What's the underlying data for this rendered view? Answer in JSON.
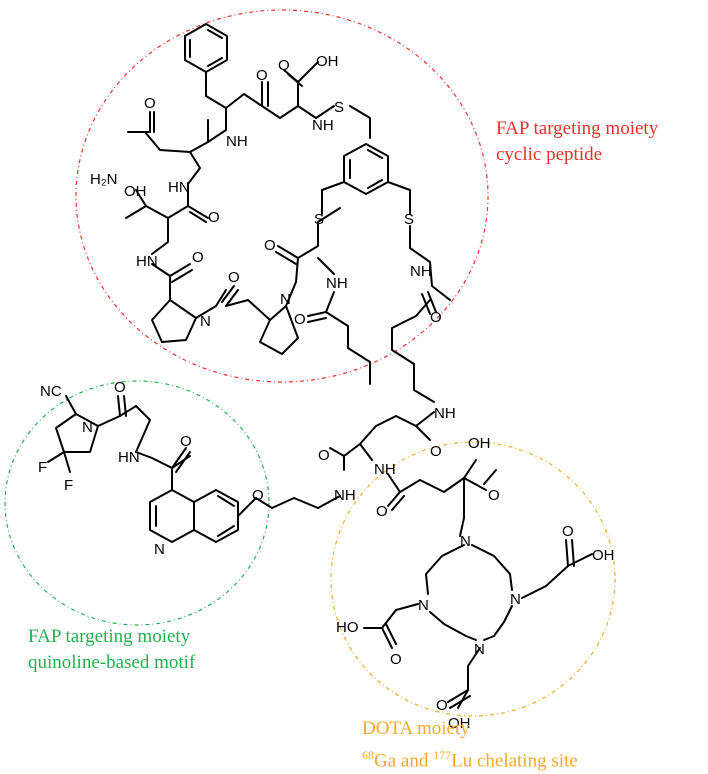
{
  "regions": {
    "peptide": {
      "line1": "FAP targeting moiety",
      "line2": "cyclic peptide",
      "color": "#e8322c"
    },
    "quinoline": {
      "line1": "FAP targeting moiety",
      "line2": "quinoline-based motif",
      "color": "#22b04f"
    },
    "dota": {
      "line1": "DOTA moiety",
      "ga_super": "68",
      "ga_text": "Ga and ",
      "lu_super": "177",
      "lu_text": "Lu chelating site",
      "color": "#f0a92a"
    }
  },
  "atoms": {
    "cooh_top": "OH",
    "nh_a": "NH",
    "nh_b": "NH",
    "o_a": "O",
    "o_b": "O",
    "h2n": "H₂N",
    "o_amide": "O",
    "hn_a": "HN",
    "oh_thr": "OH",
    "o_c": "O",
    "hn_b": "HN",
    "o_d": "O",
    "o_e": "O",
    "n_pro1": "N",
    "o_f": "O",
    "n_pro2": "N",
    "s_1": "S",
    "s_2": "S",
    "s_3": "S",
    "nh_c": "NH",
    "nh_d": "NH",
    "o_g": "O",
    "o_h": "O",
    "o_i": "O",
    "nh_e": "NH",
    "nc": "NC",
    "n_pyr": "N",
    "o_j": "O",
    "hn_c": "HN",
    "o_k": "O",
    "f_1": "F",
    "f_2": "F",
    "n_quin": "N",
    "o_ether": "O",
    "nh_f": "NH",
    "o_l": "O",
    "nh_g": "NH",
    "o_m": "O",
    "o_n": "O",
    "oh_a": "OH",
    "o_o": "O",
    "n_d1": "N",
    "n_d2": "N",
    "n_d3": "N",
    "n_d4": "N",
    "o_p": "O",
    "oh_b": "OH",
    "ho_a": "HO",
    "o_q": "O",
    "o_r": "O",
    "oh_c": "OH"
  }
}
